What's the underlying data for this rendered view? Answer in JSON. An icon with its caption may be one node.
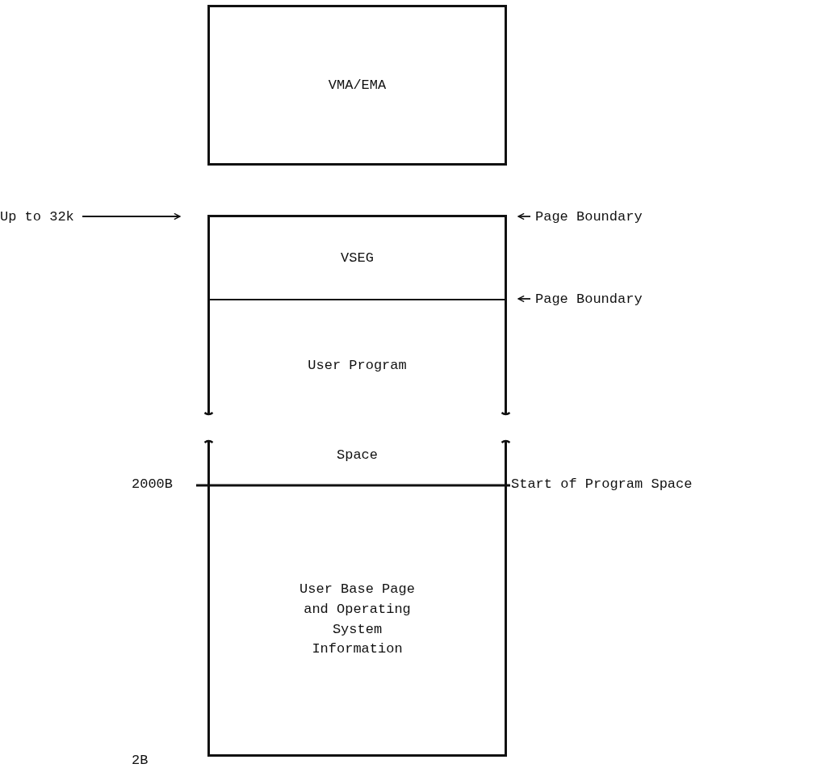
{
  "diagram": {
    "nodes": [
      {
        "text": [
          "VMA/EMA"
        ]
      },
      {
        "text": [
          "VSEG"
        ]
      },
      {
        "text": [
          "User Program"
        ]
      },
      {
        "text": [
          "Space"
        ]
      },
      {
        "text": [
          "User Base Page and Operating System Information"
        ]
      },
      {
        "text": [
          "Up to 32k"
        ]
      },
      {
        "text": [
          "Page Boundary"
        ]
      },
      {
        "text": [
          "Page Boundary"
        ]
      }
    ],
    "edges": [
      {
        "from": 5,
        "to": 1,
        "arrow": "to"
      },
      {
        "from": 6,
        "to": 1,
        "arrow": "to"
      },
      {
        "from": 7,
        "to": 2,
        "arrow": "to"
      }
    ],
    "labels": [
      "2000B",
      "Start of Program Space",
      "2B"
    ]
  }
}
